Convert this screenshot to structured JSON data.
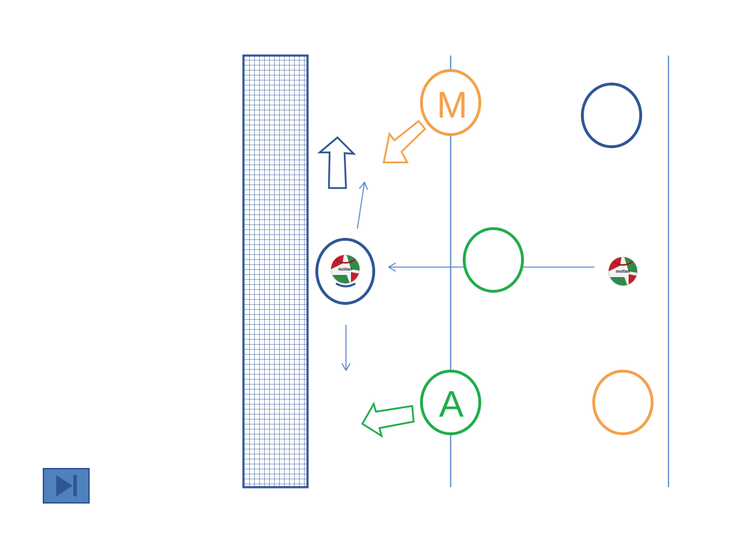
{
  "colors": {
    "blue": "#2f5597",
    "light_blue": "#4a7ac5",
    "orange": "#f4a04a",
    "green": "#1fad4b",
    "ball_red": "#c0202a",
    "ball_green": "#2f8a4a"
  },
  "players": {
    "middle_label": "M",
    "attacker_label": "A"
  },
  "ball": {
    "brand": "molten"
  },
  "navigation": {
    "next_icon": "skip-forward-icon"
  }
}
